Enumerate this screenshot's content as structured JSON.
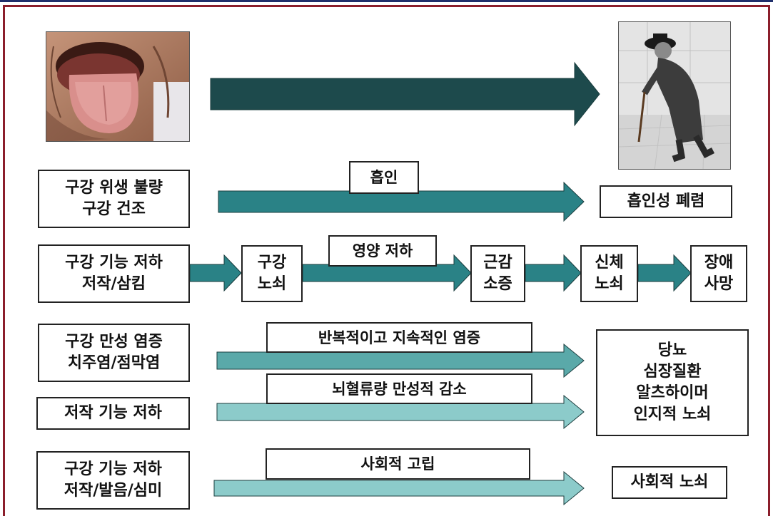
{
  "colors": {
    "dark_arrow": "#1d4a4c",
    "mid_arrow": "#2a8286",
    "light_arrow": "#5aa9a9",
    "pale_arrow": "#8ccbca",
    "frame": "#8b1e2b",
    "top_bar": "#1f2f6b"
  },
  "images": {
    "tongue": "photo of elderly person sticking out tongue",
    "elderly": "black and white photo of elderly man walking with cane"
  },
  "row1": {
    "left_lines": [
      "구강 위생 불량",
      "구강 건조"
    ],
    "arrow_label": "흡인",
    "result": "흡인성 폐렴"
  },
  "row2": {
    "left_lines": [
      "구강 기능 저하",
      "저작/삼킴"
    ],
    "step1_lines": [
      "구강",
      "노쇠"
    ],
    "arrow_label": "영양 저하",
    "step2_lines": [
      "근감",
      "소증"
    ],
    "step3_lines": [
      "신체",
      "노쇠"
    ],
    "step4_lines": [
      "장애",
      "사망"
    ]
  },
  "row3": {
    "left_lines": [
      "구강 만성 염증",
      "치주염/점막염"
    ],
    "arrow_label": "반복적이고 지속적인 염증",
    "left2": "저작 기능 저하",
    "arrow2_label": "뇌혈류량 만성적 감소",
    "result_lines": [
      "당뇨",
      "심장질환",
      "알츠하이머",
      "인지적 노쇠"
    ]
  },
  "row4": {
    "left_lines": [
      "구강 기능 저하",
      "저작/발음/심미"
    ],
    "arrow_label": "사회적 고립",
    "result": "사회적 노쇠"
  }
}
